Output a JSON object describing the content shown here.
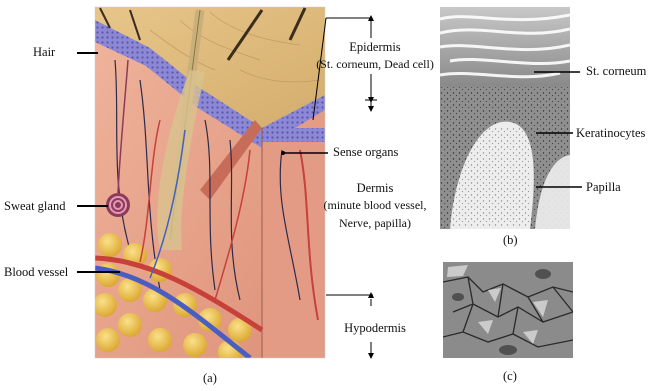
{
  "panel_a": {
    "left_labels": {
      "hair": "Hair",
      "sweat_gland": "Sweat gland",
      "blood_vessel": "Blood vessel"
    },
    "caption": "(a)"
  },
  "layers": {
    "epidermis_title": "Epidermis",
    "epidermis_sub": "(St. corneum, Dead cell)",
    "sense_organs": "Sense organs",
    "dermis_title": "Dermis",
    "dermis_sub1": "(minute blood vessel,",
    "dermis_sub2": "Nerve,  papilla)",
    "hypodermis": "Hypodermis"
  },
  "panel_b": {
    "labels": {
      "st_corneum": "St. corneum",
      "keratinocytes": "Keratinocytes",
      "papilla": "Papilla"
    },
    "caption": "(b)"
  },
  "panel_c": {
    "caption": "(c)"
  },
  "colors": {
    "epidermis_purple": "#8c88d6",
    "dermis_pink": "#e8a28c",
    "fat_yellow": "#f2c64a",
    "artery_red": "#c8403a",
    "vein_blue": "#4a5ec2",
    "hair_shaft": "#c9b07a"
  }
}
